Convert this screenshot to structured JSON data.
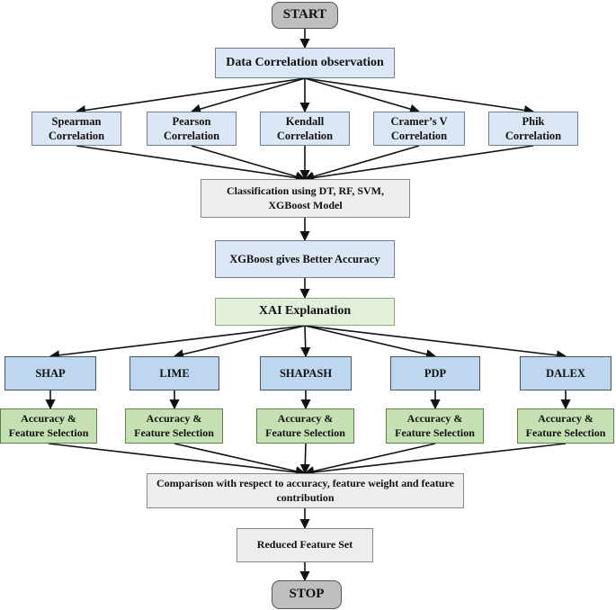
{
  "flowchart": {
    "start": "START",
    "stop": "STOP",
    "data_correlation": "Data Correlation observation",
    "correlations": [
      "Spearman\nCorrelation",
      "Pearson\nCorrelation",
      "Kendall\nCorrelation",
      "Cramer’s V\nCorrelation",
      "Phik\nCorrelation"
    ],
    "classification": "Classification using DT, RF, SVM,\nXGBoost Model",
    "xgboost": "XGBoost gives Better Accuracy",
    "xai": "XAI Explanation",
    "xai_methods": [
      "SHAP",
      "LIME",
      "SHAPASH",
      "PDP",
      "DALEX"
    ],
    "feature_selection": [
      "Accuracy &\nFeature Selection",
      "Accuracy &\nFeature Selection",
      "Accuracy &\nFeature Selection",
      "Accuracy &\nFeature Selection",
      "Accuracy &\nFeature Selection"
    ],
    "comparison": "Comparison with respect to accuracy, feature weight and feature\ncontribution",
    "reduced": "Reduced Feature Set"
  }
}
